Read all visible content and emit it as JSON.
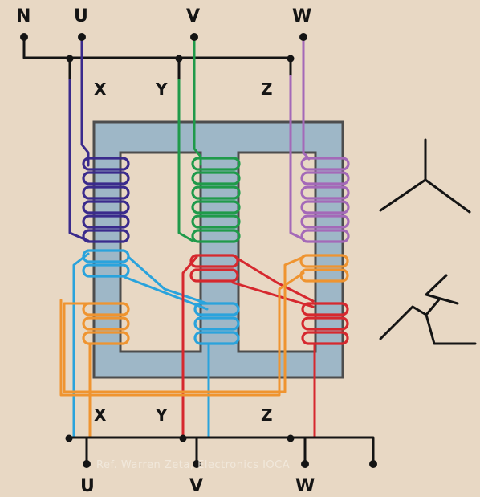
{
  "top_terminals": {
    "n": "N",
    "u": "U",
    "v": "V",
    "w": "W"
  },
  "top_taps": {
    "x": "X",
    "y": "Y",
    "z": "Z"
  },
  "bottom_taps": {
    "x": "X",
    "y": "Y",
    "z": "Z"
  },
  "bottom_terminals": {
    "u": "U",
    "v": "V",
    "w": "W"
  },
  "credit": "Ref. Warren Zeta, Electronics IOCA",
  "symbols": [
    "wye-symbol",
    "zigzag-symbol"
  ],
  "colors": {
    "background": "#e8d8c4",
    "core_fill": "#9eb7c7",
    "core_border": "#4d4d4d",
    "phase_u_primary": "#3a2a8c",
    "phase_v_primary": "#1f9a4a",
    "phase_w_primary": "#a469b8",
    "zigzag_u": "#2aa3dc",
    "zigzag_v": "#d6282e",
    "zigzag_w": "#ef9430"
  }
}
